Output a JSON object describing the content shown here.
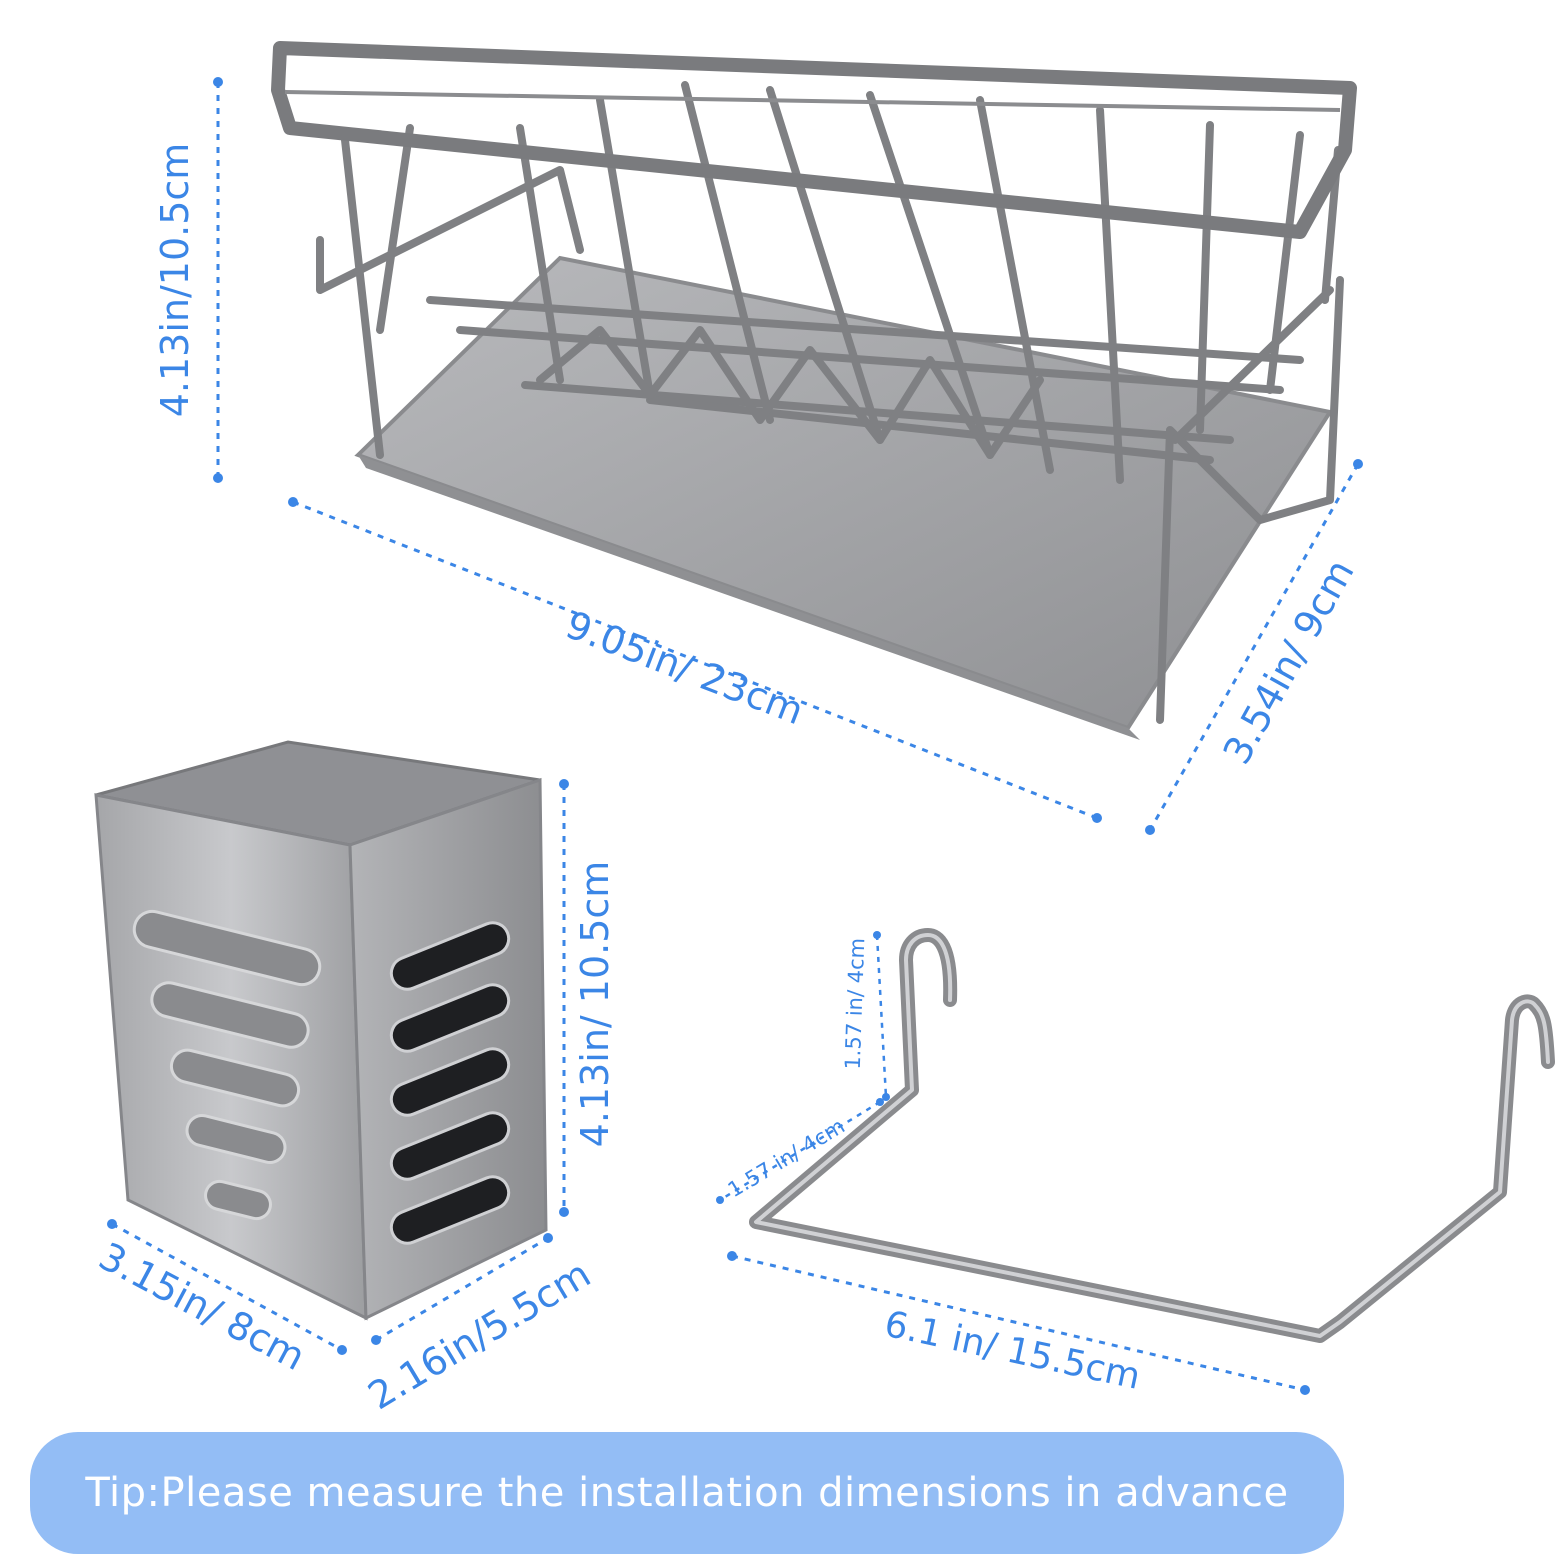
{
  "colors": {
    "dimension_blue": "#3b86e6",
    "tip_background": "#93bdf5",
    "tip_text": "#ffffff",
    "metal_dark": "#7c7d80",
    "metal_mid": "#9a9b9e",
    "metal_light": "#c4c5c8"
  },
  "basket": {
    "height_label": "4.13in/10.5cm",
    "length_label": "9.05in/ 23cm",
    "depth_label": "3.54in/ 9cm"
  },
  "utensil_holder": {
    "height_label": "4.13in/ 10.5cm",
    "width_label": "3.15in/ 8cm",
    "depth_label": "2.16in/5.5cm"
  },
  "hanger": {
    "hook_height_label": "1.57 in/ 4cm",
    "hook_depth_label": "1.57 in/ 4cm",
    "length_label": "6.1 in/ 15.5cm"
  },
  "tip": {
    "text": "Tip:Please measure the installation dimensions in advance"
  }
}
